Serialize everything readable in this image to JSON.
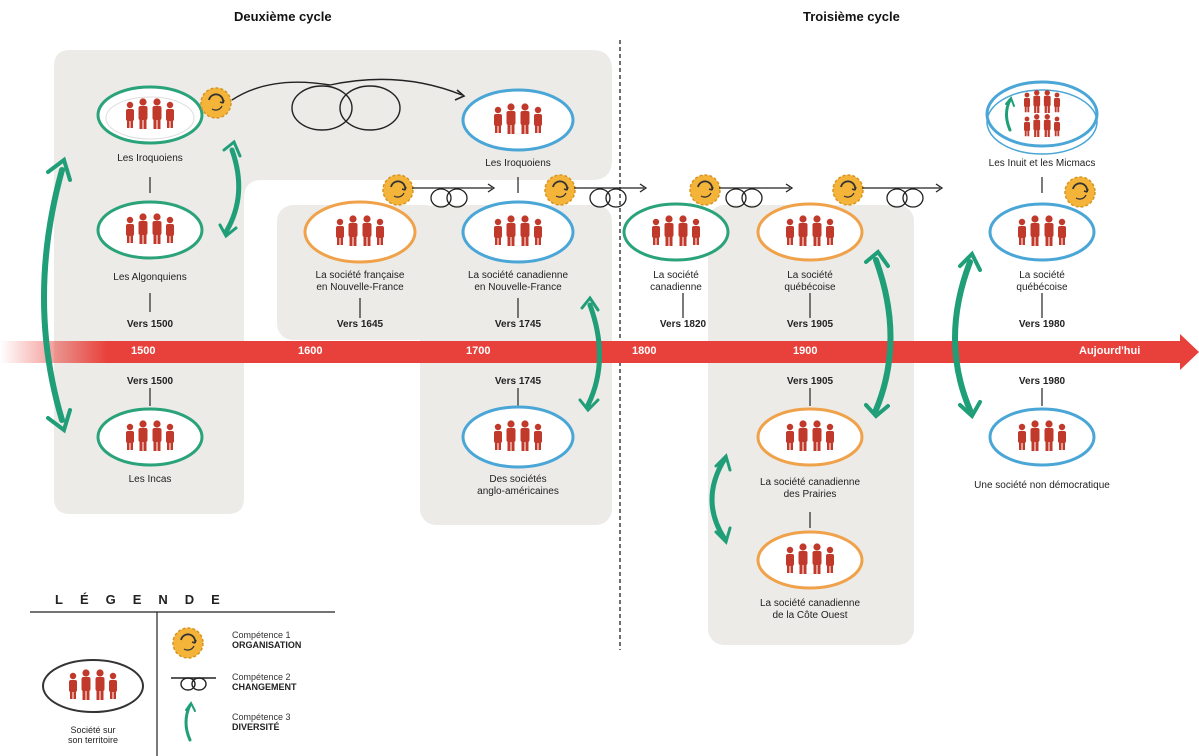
{
  "cycles": {
    "second": "Deuxième cycle",
    "third": "Troisième cycle"
  },
  "timeline": {
    "years": [
      "1500",
      "1600",
      "1700",
      "1800",
      "1900"
    ],
    "end_label": "Aujourd'hui"
  },
  "societies": {
    "iroquoiens_1": "Les Iroquoiens",
    "algonquiens": "Les Algonquiens",
    "incas": "Les Incas",
    "iroquoiens_2": "Les Iroquoiens",
    "francaise": "La société française\nen Nouvelle-France",
    "canadienne_nf": "La société canadienne\nen Nouvelle-France",
    "anglo": "Des sociétés\nanglo-américaines",
    "canadienne_1820": "La société\ncanadienne",
    "quebecoise_1905": "La société\nquébécoise",
    "prairies": "La société canadienne\ndes Prairies",
    "cote_ouest": "La société canadienne\nde la Côte Ouest",
    "inuit": "Les Inuit et les Micmacs",
    "quebecoise_1980": "La société\nquébécoise",
    "non_democratique": "Une société non démocratique"
  },
  "dates": {
    "v1500_top": "Vers 1500",
    "v1500_bottom": "Vers 1500",
    "v1645": "Vers 1645",
    "v1745_top": "Vers 1745",
    "v1745_bottom": "Vers 1745",
    "v1820": "Vers 1820",
    "v1905_top": "Vers 1905",
    "v1905_bottom": "Vers 1905",
    "v1980_top": "Vers 1980",
    "v1980_bottom": "Vers 1980"
  },
  "legend": {
    "title": "LÉGENDE",
    "society_label": "Société sur\nson territoire",
    "comp1_label": "Compétence 1",
    "comp1_name": "ORGANISATION",
    "comp2_label": "Compétence 2",
    "comp2_name": "CHANGEMENT",
    "comp3_label": "Compétence 3",
    "comp3_name": "DIVERSITÉ"
  },
  "colors": {
    "timeline_red": "#e8403a",
    "panel_gray": "#ecebe8",
    "oval_green": "#2aa37a",
    "oval_blue": "#4aa6d6",
    "oval_orange": "#f0a24a",
    "people": "#c0392b",
    "gear": "#f4b43a",
    "arrow_green": "#1f9e78"
  },
  "icons": [
    "society-oval-icon",
    "gear-icon",
    "loop-arrow-icon",
    "double-arrow-icon"
  ]
}
